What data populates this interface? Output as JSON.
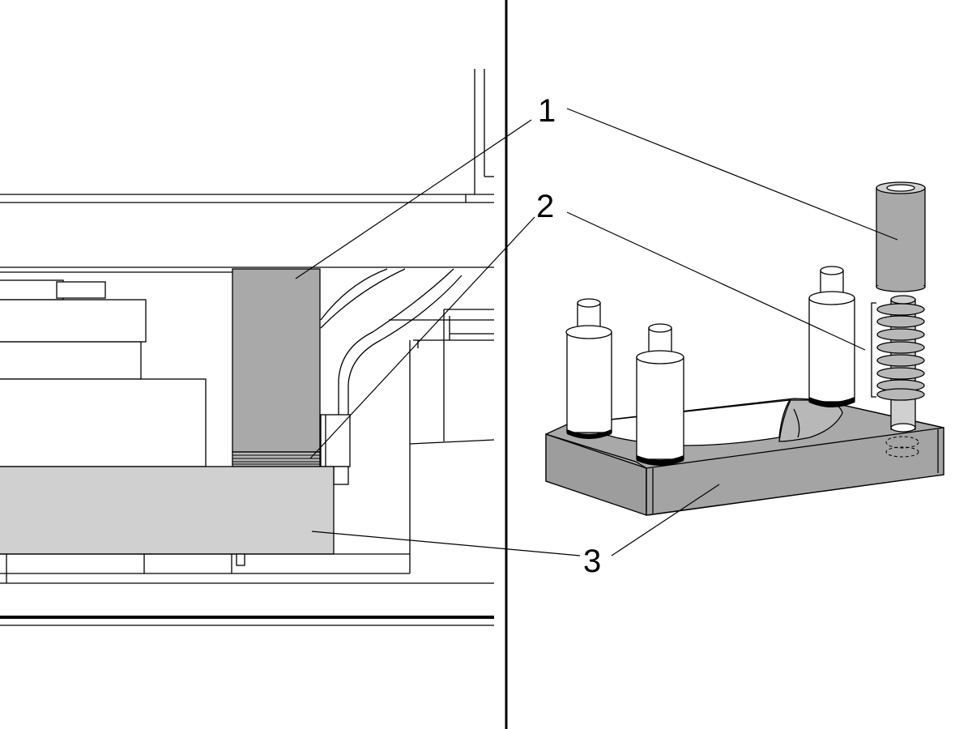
{
  "callouts": [
    {
      "id": "1",
      "label": "1"
    },
    {
      "id": "2",
      "label": "2"
    },
    {
      "id": "3",
      "label": "3"
    }
  ],
  "colors": {
    "line": "#000000",
    "part_fill_dark": "#a9a9a9",
    "part_fill_mid": "#b8b8b8",
    "part_fill_light": "#d0d0d0",
    "background": "#ffffff"
  }
}
